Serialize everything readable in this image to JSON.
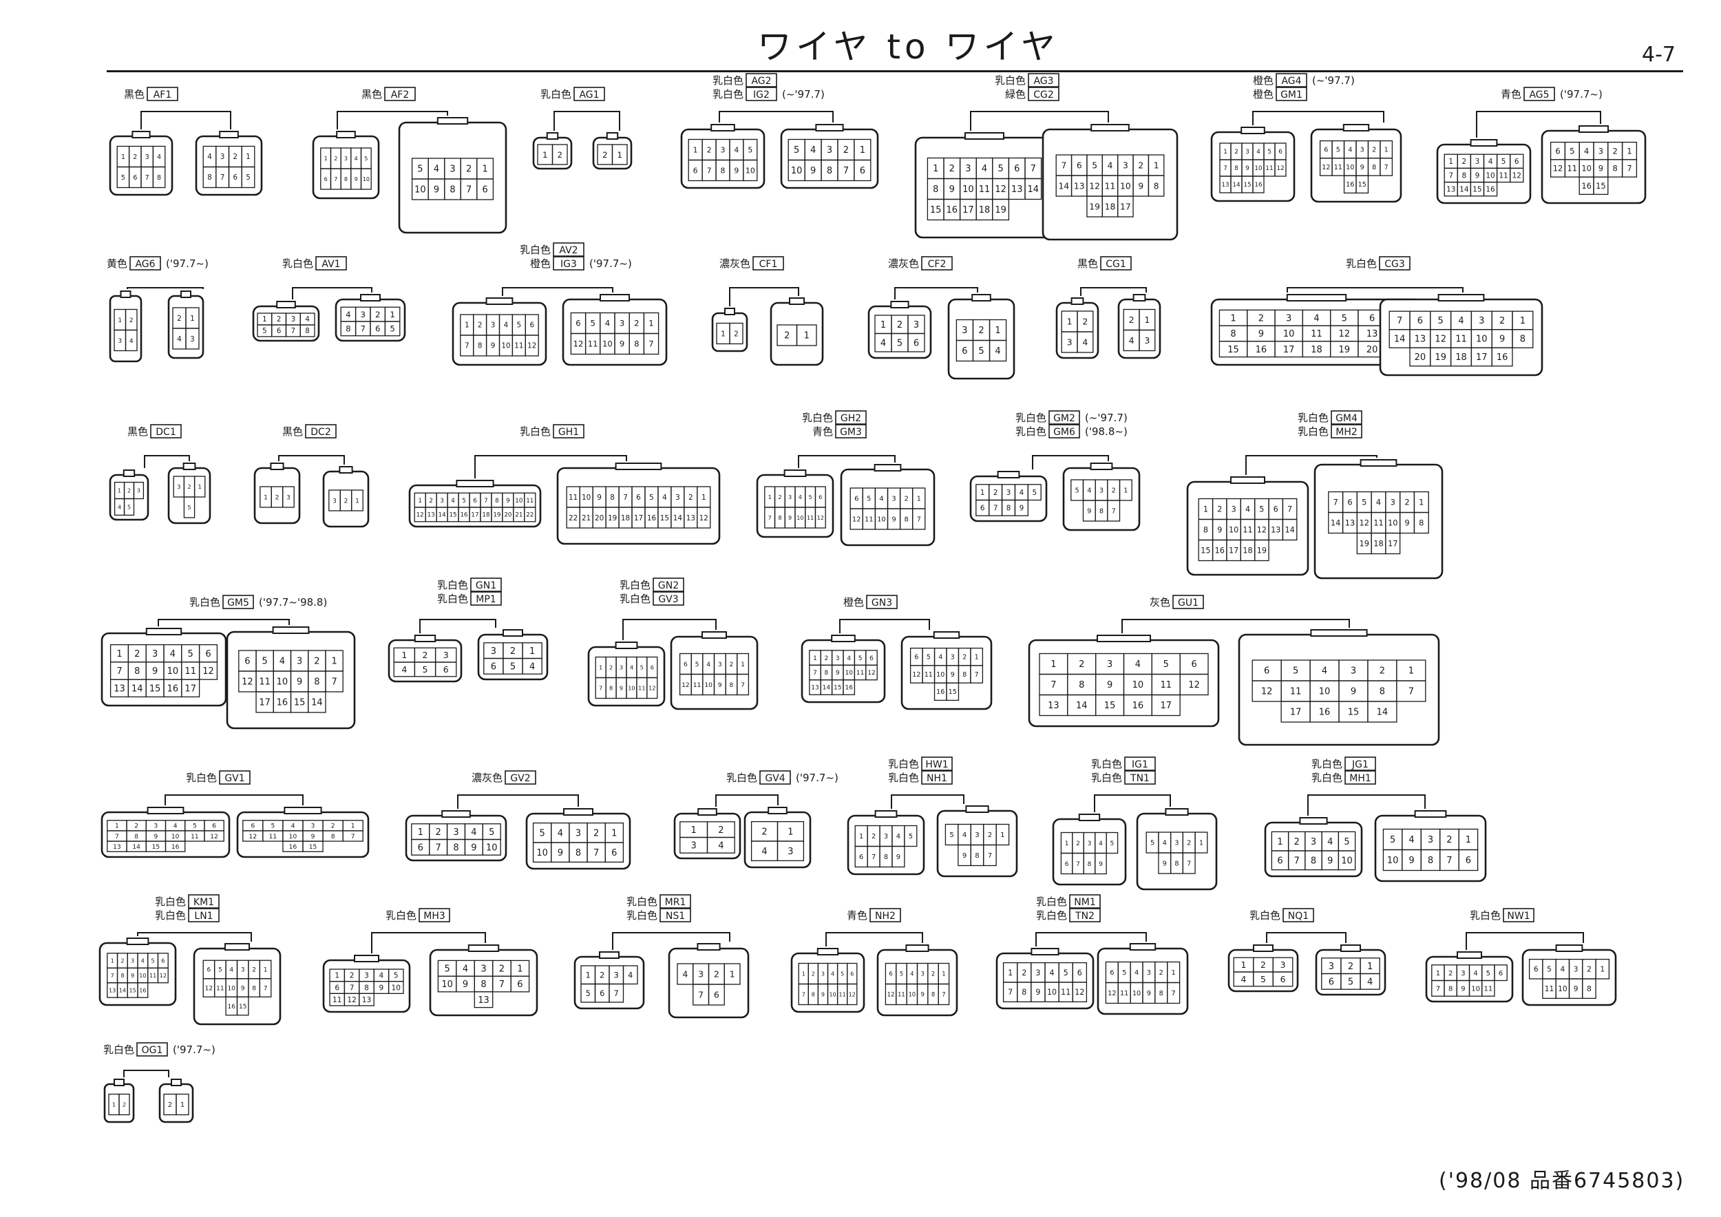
{
  "page": {
    "title": "ワイヤ to ワイヤ",
    "page_number": "4-7",
    "footer": "('98/08 品番6745803)"
  },
  "colors": {
    "ink": "#1a1a1a",
    "paper": "#ffffff"
  },
  "groups": [
    {
      "labels": [
        {
          "color": "黒色",
          "code": "AF1"
        }
      ],
      "pins": [
        8,
        8
      ]
    },
    {
      "labels": [
        {
          "color": "黒色",
          "code": "AF2"
        }
      ],
      "pins": [
        10,
        10
      ]
    },
    {
      "labels": [
        {
          "color": "乳白色",
          "code": "AG1"
        }
      ],
      "pins": [
        2,
        2
      ]
    },
    {
      "labels": [
        {
          "color": "乳白色",
          "code": "AG2"
        },
        {
          "color": "乳白色",
          "code": "IG2",
          "note": "(~'97.7)"
        }
      ],
      "pins": [
        10,
        10
      ]
    },
    {
      "labels": [
        {
          "color": "乳白色",
          "code": "AG3"
        },
        {
          "color": "緑色",
          "code": "CG2"
        }
      ],
      "pins": [
        19,
        19
      ]
    },
    {
      "labels": [
        {
          "color": "橙色",
          "code": "AG4",
          "note": "(~'97.7)"
        },
        {
          "color": "橙色",
          "code": "GM1"
        }
      ],
      "pins": [
        16,
        16
      ]
    },
    {
      "labels": [
        {
          "color": "青色",
          "code": "AG5",
          "note": "('97.7~)"
        }
      ],
      "pins": [
        16,
        16
      ]
    },
    {
      "labels": [
        {
          "color": "黄色",
          "code": "AG6",
          "note": "('97.7~)"
        }
      ],
      "pins": [
        4,
        4
      ]
    },
    {
      "labels": [
        {
          "color": "乳白色",
          "code": "AV1"
        }
      ],
      "pins": [
        8,
        8
      ]
    },
    {
      "labels": [
        {
          "color": "乳白色",
          "code": "AV2"
        },
        {
          "color": "橙色",
          "code": "IG3",
          "note": "('97.7~)"
        }
      ],
      "pins": [
        12,
        12
      ]
    },
    {
      "labels": [
        {
          "color": "濃灰色",
          "code": "CF1"
        }
      ],
      "pins": [
        2,
        2
      ]
    },
    {
      "labels": [
        {
          "color": "濃灰色",
          "code": "CF2"
        }
      ],
      "pins": [
        6,
        6
      ]
    },
    {
      "labels": [
        {
          "color": "黒色",
          "code": "CG1"
        }
      ],
      "pins": [
        4,
        4
      ]
    },
    {
      "labels": [
        {
          "color": "乳白色",
          "code": "CG3"
        }
      ],
      "pins": [
        20,
        20
      ]
    },
    {
      "labels": [
        {
          "color": "黒色",
          "code": "DC1"
        }
      ],
      "pins": [
        5,
        5
      ]
    },
    {
      "labels": [
        {
          "color": "黒色",
          "code": "DC2"
        }
      ],
      "pins": [
        3,
        3
      ]
    },
    {
      "labels": [
        {
          "color": "乳白色",
          "code": "GH1"
        }
      ],
      "pins": [
        22,
        22
      ]
    },
    {
      "labels": [
        {
          "color": "乳白色",
          "code": "GH2"
        },
        {
          "color": "青色",
          "code": "GM3"
        }
      ],
      "pins": [
        12,
        12
      ]
    },
    {
      "labels": [
        {
          "color": "乳白色",
          "code": "GM2",
          "note": "(~'97.7)"
        },
        {
          "color": "乳白色",
          "code": "GM6",
          "note": "('98.8~)"
        }
      ],
      "pins": [
        9,
        9
      ]
    },
    {
      "labels": [
        {
          "color": "乳白色",
          "code": "GM4"
        },
        {
          "color": "乳白色",
          "code": "MH2"
        }
      ],
      "pins": [
        19,
        19
      ]
    },
    {
      "labels": [
        {
          "color": "乳白色",
          "code": "GM5",
          "note": "('97.7~'98.8)"
        }
      ],
      "pins": [
        17,
        17
      ]
    },
    {
      "labels": [
        {
          "color": "乳白色",
          "code": "GN1"
        },
        {
          "color": "乳白色",
          "code": "MP1"
        }
      ],
      "pins": [
        6,
        6
      ]
    },
    {
      "labels": [
        {
          "color": "乳白色",
          "code": "GN2"
        },
        {
          "color": "乳白色",
          "code": "GV3"
        }
      ],
      "pins": [
        12,
        12
      ]
    },
    {
      "labels": [
        {
          "color": "橙色",
          "code": "GN3"
        }
      ],
      "pins": [
        16,
        16
      ]
    },
    {
      "labels": [
        {
          "color": "灰色",
          "code": "GU1"
        }
      ],
      "pins": [
        17,
        17
      ]
    },
    {
      "labels": [
        {
          "color": "乳白色",
          "code": "GV1"
        }
      ],
      "pins": [
        16,
        16
      ]
    },
    {
      "labels": [
        {
          "color": "濃灰色",
          "code": "GV2"
        }
      ],
      "pins": [
        10,
        10
      ]
    },
    {
      "labels": [
        {
          "color": "乳白色",
          "code": "GV4",
          "note": "('97.7~)"
        }
      ],
      "pins": [
        4,
        4
      ]
    },
    {
      "labels": [
        {
          "color": "乳白色",
          "code": "HW1"
        },
        {
          "color": "乳白色",
          "code": "NH1"
        }
      ],
      "pins": [
        9,
        9
      ]
    },
    {
      "labels": [
        {
          "color": "乳白色",
          "code": "IG1"
        },
        {
          "color": "乳白色",
          "code": "TN1"
        }
      ],
      "pins": [
        9,
        9
      ]
    },
    {
      "labels": [
        {
          "color": "乳白色",
          "code": "JG1"
        },
        {
          "color": "乳白色",
          "code": "MH1"
        }
      ],
      "pins": [
        10,
        10
      ]
    },
    {
      "labels": [
        {
          "color": "乳白色",
          "code": "KM1"
        },
        {
          "color": "乳白色",
          "code": "LN1"
        }
      ],
      "pins": [
        16,
        16
      ]
    },
    {
      "labels": [
        {
          "color": "乳白色",
          "code": "MH3"
        }
      ],
      "pins": [
        13,
        13
      ]
    },
    {
      "labels": [
        {
          "color": "乳白色",
          "code": "MR1"
        },
        {
          "color": "乳白色",
          "code": "NS1"
        }
      ],
      "pins": [
        7,
        7
      ]
    },
    {
      "labels": [
        {
          "color": "青色",
          "code": "NH2"
        }
      ],
      "pins": [
        12,
        12
      ]
    },
    {
      "labels": [
        {
          "color": "乳白色",
          "code": "NM1"
        },
        {
          "color": "乳白色",
          "code": "TN2"
        }
      ],
      "pins": [
        12,
        12
      ]
    },
    {
      "labels": [
        {
          "color": "乳白色",
          "code": "NQ1"
        }
      ],
      "pins": [
        6,
        6
      ]
    },
    {
      "labels": [
        {
          "color": "乳白色",
          "code": "NW1"
        }
      ],
      "pins": [
        11,
        11
      ]
    },
    {
      "labels": [
        {
          "color": "乳白色",
          "code": "OG1",
          "note": "('97.7~)"
        }
      ],
      "pins": [
        2,
        2
      ]
    }
  ]
}
